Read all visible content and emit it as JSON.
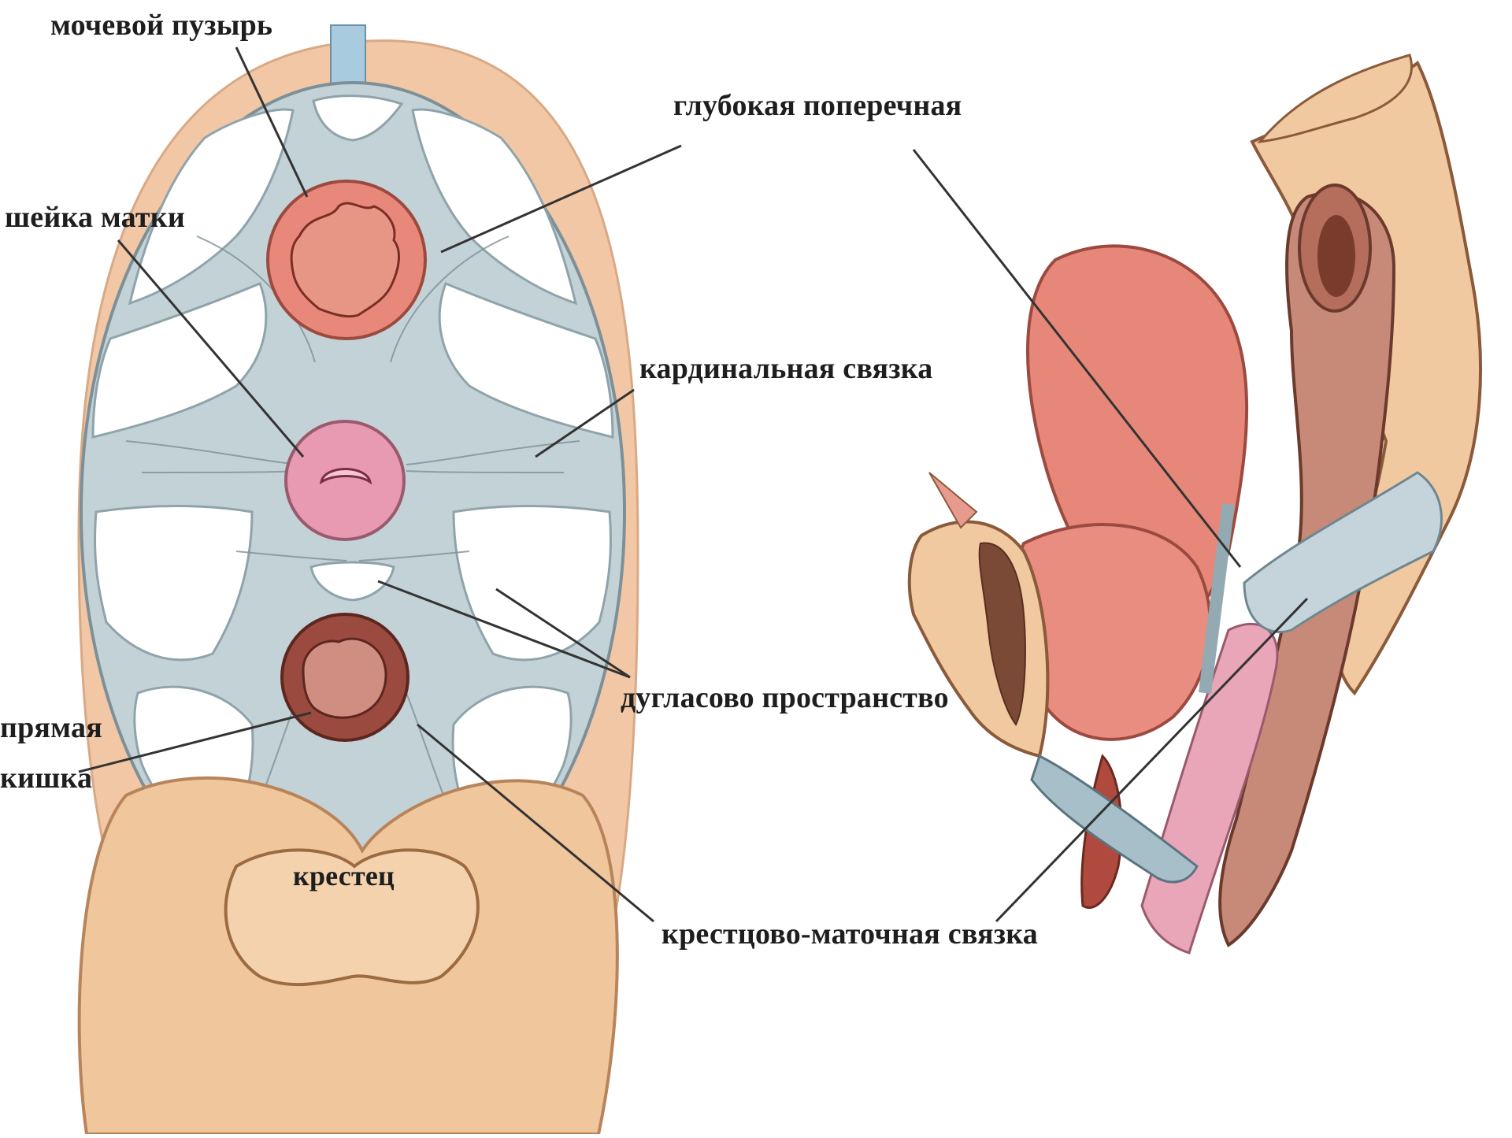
{
  "labels": {
    "bladder": "мочевой пузырь",
    "deep_transverse": "глубокая поперечная",
    "cervix": "шейка матки",
    "cardinal_ligament": "кардинальная связка",
    "douglas_space": "дугласово пространство",
    "rectum_line1": "прямая",
    "rectum_line2": "кишка",
    "sacrum": "крестец",
    "uterosacral_ligament": "крестцово-маточная связка"
  },
  "colors": {
    "background": "#ffffff",
    "skin": "#f2c7a5",
    "fascia": "#c3d2d7",
    "fascia_stroke": "#7e9097",
    "bladder": "#e8887a",
    "cervix": "#e79ab2",
    "rectum_outer": "#9a4a3e",
    "rectum_inner": "#d08e83",
    "bone": "#f0c79c",
    "muscle": "#d4927e",
    "leader_line": "#333333"
  }
}
